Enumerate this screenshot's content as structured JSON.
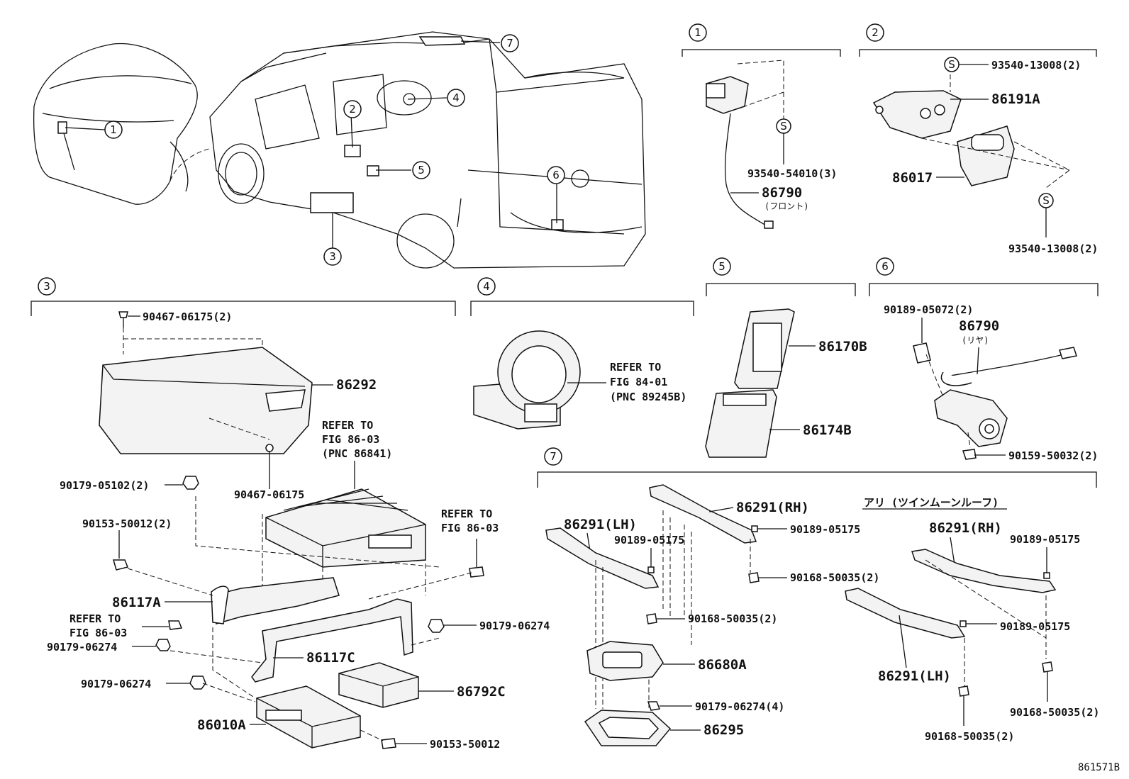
{
  "diagram_id": "861571B",
  "sections": {
    "s1": "1",
    "s2": "2",
    "s3": "3",
    "s4": "4",
    "s5": "5",
    "s6": "6",
    "s7": "7"
  },
  "overview_callouts": [
    "1",
    "2",
    "3",
    "4",
    "5",
    "6",
    "7"
  ],
  "parts": {
    "p1_screw": "93540-54010(3)",
    "p1_sensor": "86790",
    "p1_sensor_note": "(フロント)",
    "p2_screw_top": "93540-13008(2)",
    "p2_bracket": "86191A",
    "p2_unit": "86017",
    "p2_screw_bottom": "93540-13008(2)",
    "p3_screw_top": "90467-06175(2)",
    "p3_cover": "86292",
    "p3_refer1_l1": "REFER TO",
    "p3_refer1_l2": "FIG 86-03",
    "p3_refer1_l3": "(PNC 86841)",
    "p3_screw_mid": "90467-06175",
    "p3_nut1": "90179-05102(2)",
    "p3_bolt1": "90153-50012(2)",
    "p3_refer2_l1": "REFER TO",
    "p3_refer2_l2": "FIG 86-03",
    "p3_bracket_a": "86117A",
    "p3_refer3_l1": "REFER TO",
    "p3_refer3_l2": "FIG 86-03",
    "p3_nut2": "90179-06274",
    "p3_nut3": "90179-06274",
    "p3_bracket_c": "86117C",
    "p3_nut4": "90179-06274",
    "p3_module": "86792C",
    "p3_ecu": "86010A",
    "p3_bolt2": "90153-50012",
    "p4_refer_l1": "REFER TO",
    "p4_refer_l2": "FIG 84-01",
    "p4_refer_l3": "(PNC 89245B)",
    "p5_remote": "86170B",
    "p5_holder": "86174B",
    "p6_clip": "90189-05072(2)",
    "p6_sensor": "86790",
    "p6_sensor_note": "(リヤ)",
    "p6_screw": "90159-50032(2)",
    "p7_bracket_lh": "86291(LH)",
    "p7_bracket_rh": "86291(RH)",
    "p7_clip_rh": "90189-05175",
    "p7_clip_mid": "90189-05175",
    "p7_screw_rh": "90168-50035(2)",
    "p7_screw_lh": "90168-50035(2)",
    "p7_unit": "86680A",
    "p7_nut": "90179-06274(4)",
    "p7_tray": "86295",
    "p7_alt_title": "アリ (ツインムーンルーフ)",
    "p7_alt_rh": "86291(RH)",
    "p7_alt_clip1": "90189-05175",
    "p7_alt_clip2": "90189-05175",
    "p7_alt_lh": "86291(LH)",
    "p7_alt_screw1": "90168-50035(2)",
    "p7_alt_screw2": "90168-50035(2)"
  }
}
